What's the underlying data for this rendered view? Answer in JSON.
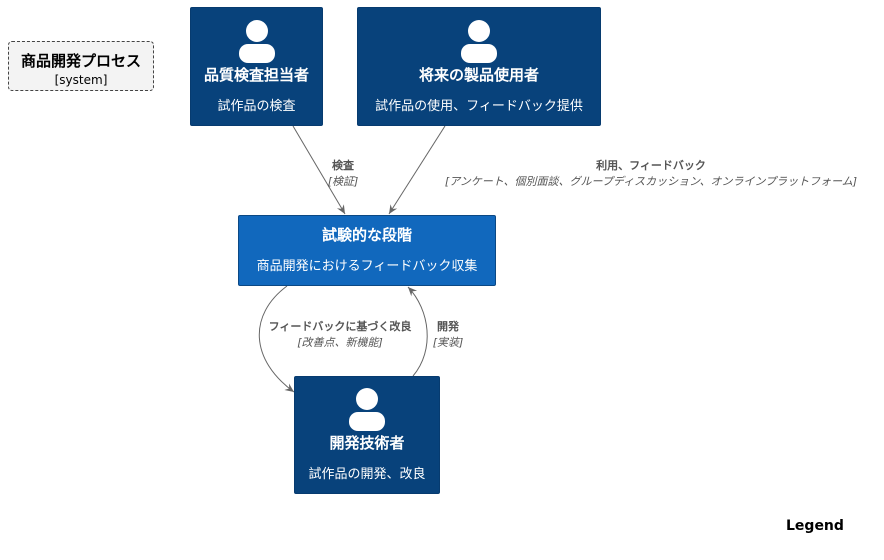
{
  "boundary": {
    "title": "商品開発プロセス",
    "type": "[system]"
  },
  "nodes": {
    "inspector": {
      "title": "品質検査担当者",
      "desc": "試作品の検査"
    },
    "user": {
      "title": "将来の製品使用者",
      "desc": "試作品の使用、フィードバック提供"
    },
    "trial": {
      "title": "試験的な段階",
      "desc": "商品開発におけるフィードバック収集"
    },
    "engineer": {
      "title": "開発技術者",
      "desc": "試作品の開発、改良"
    }
  },
  "edges": {
    "inspect": {
      "label": "検査",
      "tech": "[検証]"
    },
    "feedback": {
      "label": "利用、フィードバック",
      "tech": "[アンケート、個別面談、グループディスカッション、オンラインプラットフォーム]"
    },
    "improve": {
      "label": "フィードバックに基づく改良",
      "tech": "[改善点、新機能]"
    },
    "develop": {
      "label": "開発",
      "tech": "[実装]"
    }
  },
  "legend": {
    "label": "Legend"
  },
  "colors": {
    "person": "#08427b",
    "system": "#1168bd",
    "edge": "#666666"
  },
  "icons": {
    "person": "person-icon"
  }
}
